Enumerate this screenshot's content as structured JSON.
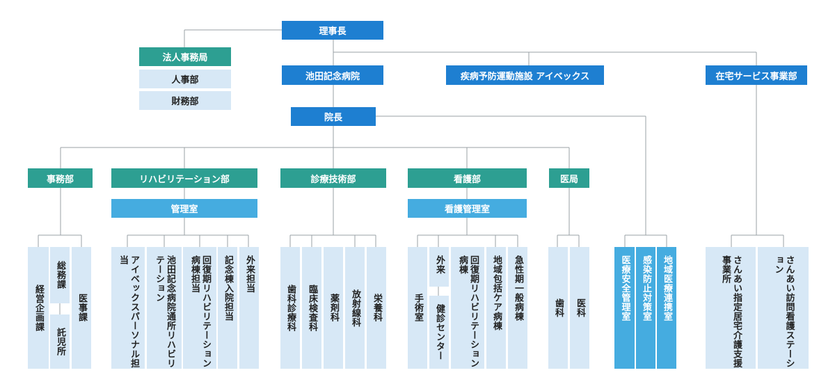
{
  "top": {
    "chairman": "理事長",
    "corp_office": "法人事務局",
    "hr": "人事部",
    "finance": "財務部",
    "hospital": "池田記念病院",
    "facility": "疾病予防運動施設 アイベックス",
    "homecare": "在宅サービス事業部",
    "director": "院長"
  },
  "departments": {
    "admin": "事務部",
    "rehab": "リハビリテーション部",
    "rehab_mgmt": "管理室",
    "tech": "診療技術部",
    "nursing": "看護部",
    "nursing_mgmt": "看護管理室",
    "medical": "医局"
  },
  "units": {
    "admin": [
      "経営企画課",
      "総務課",
      "託児所",
      "医事課"
    ],
    "rehab": [
      "アイベックスパーソナル担当",
      "池田記念病院通所リハビリテーション",
      "回復期リハビリテーション病棟担当",
      "記念棟入院担当",
      "外来担当"
    ],
    "tech": [
      "歯科診療科",
      "臨床検査科",
      "薬剤科",
      "放射線科",
      "栄養科"
    ],
    "nursing": [
      "手術室",
      "外来",
      "健診センター",
      "回復期リハビリテーション病棟",
      "地域包括ケア病棟",
      "急性期一般病棟"
    ],
    "medical": [
      "歯科",
      "医科"
    ],
    "safety": [
      "医療安全管理室",
      "感染防止対策室",
      "地域医療連携室"
    ],
    "homecare": [
      "さんあい指定居宅介護支援事業所",
      "さんあい訪問看護ステーション"
    ]
  },
  "colors": {
    "primary_blue": "#1e7fd1",
    "teal": "#2d9f92",
    "sky": "#45ace0",
    "pale": "#d7e8f6",
    "line": "#9aa0a6"
  }
}
